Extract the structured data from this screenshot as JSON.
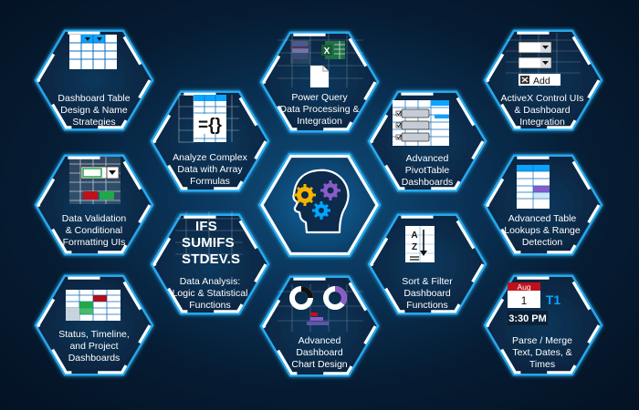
{
  "tiles": {
    "table_design": [
      "Dashboard Table",
      "Design & Name",
      "Strategies"
    ],
    "data_validation": [
      "Data Validation",
      "& Conditional",
      "Formatting UIs"
    ],
    "status_dash": [
      "Status, Timeline,",
      "and Project",
      "Dashboards"
    ],
    "array_formulas": [
      "Analyze Complex",
      "Data with Array",
      "Formulas"
    ],
    "logic_stats": [
      "Data Analysis:",
      "Logic & Statistical",
      "Functions"
    ],
    "power_query": [
      "Power Query",
      "Data Processing &",
      "Integration"
    ],
    "chart_design": [
      "Advanced",
      "Dashboard",
      "Chart Design"
    ],
    "pivot_dash": [
      "Advanced",
      "PivotTable",
      "Dashboards"
    ],
    "sort_filter": [
      "Sort & Filter",
      "Dashboard",
      "Functions"
    ],
    "activex": [
      "ActiveX Control UIs",
      "& Dashboard",
      "Integration"
    ],
    "lookups": [
      "Advanced Table",
      "Lookups & Range",
      "Detection"
    ],
    "parse_merge": [
      "Parse / Merge",
      "Text, Dates, &",
      "Times"
    ]
  },
  "icons": {
    "array_glyph": "={}",
    "functions": [
      "IFS",
      "SUMIFS",
      "STDEV.S"
    ],
    "excel_glyph": "X",
    "add_label": "Add",
    "sort_a": "A",
    "sort_z": "Z",
    "calendar_month": "Aug",
    "calendar_day": "1",
    "time": "3:30 PM",
    "text_glyph": "T1"
  },
  "colors": {
    "hex_border": "#ffffff",
    "glow": "#29b6ff",
    "accent_blue": "#00a6ff",
    "accent_red": "#c0101a",
    "accent_green": "#1ea84a",
    "accent_purple": "#8a5cc9",
    "gear_gold": "#f5b400"
  }
}
